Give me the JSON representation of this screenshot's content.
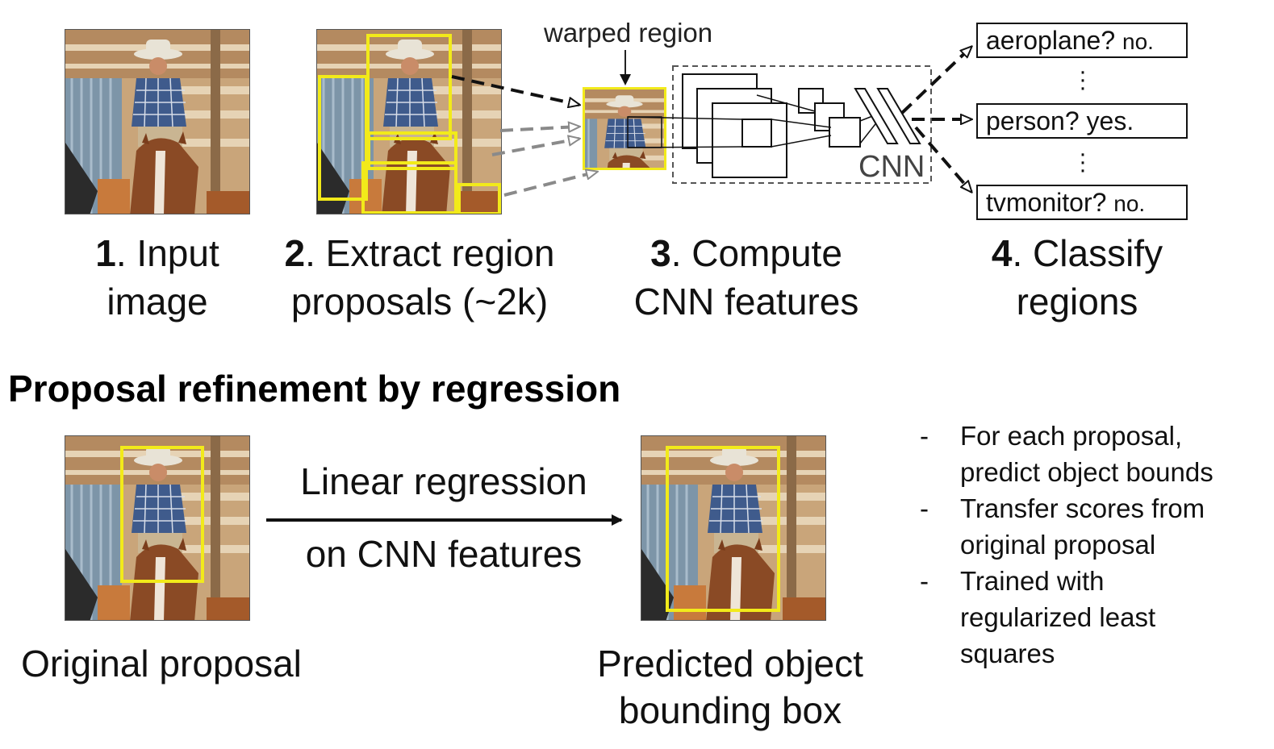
{
  "pipeline": {
    "steps": [
      {
        "num": "1",
        "rest_line1": ". Input",
        "line2": "image"
      },
      {
        "num": "2",
        "rest_line1": ". Extract region",
        "line2": "proposals (~2k)"
      },
      {
        "num": "3",
        "rest_line1": ". Compute",
        "line2": "CNN features"
      },
      {
        "num": "4",
        "rest_line1": ". Classify",
        "line2": "regions"
      }
    ],
    "warped_label": "warped region",
    "cnn_label": "CNN",
    "classes": [
      {
        "main": "aeroplane?",
        "answer": "no."
      },
      {
        "main": "person?",
        "answer": "yes."
      },
      {
        "main": "tvmonitor?",
        "answer": "no."
      }
    ]
  },
  "refinement": {
    "title": "Proposal refinement by regression",
    "arrow_top": "Linear regression",
    "arrow_bottom": "on CNN features",
    "left_caption": "Original proposal",
    "right_caption_line1": "Predicted object",
    "right_caption_line2": "bounding box",
    "bullets": [
      {
        "dash": "-",
        "lines": [
          "For each proposal,",
          "predict object bounds"
        ]
      },
      {
        "dash": "-",
        "lines": [
          "Transfer scores from",
          "original proposal"
        ]
      },
      {
        "dash": "-",
        "lines": [
          "Trained with",
          "regularized least",
          "squares"
        ]
      }
    ]
  },
  "colors": {
    "highlight": "#f2ea1a",
    "dashed_dark": "#111111",
    "dashed_gray": "#8a8a8a"
  }
}
